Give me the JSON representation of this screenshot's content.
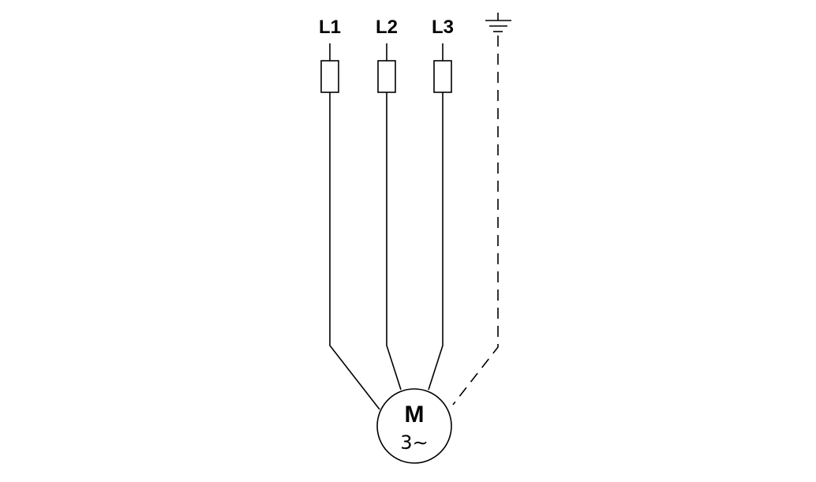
{
  "phases": {
    "l1": "L1",
    "l2": "L2",
    "l3": "L3"
  },
  "motor": {
    "letter": "M",
    "phase_spec": "3∼"
  },
  "colors": {
    "line": "#000000",
    "background": "#ffffff"
  },
  "icons": {
    "fuse": "fuse-icon",
    "ground": "ground-icon",
    "motor": "motor-icon"
  }
}
